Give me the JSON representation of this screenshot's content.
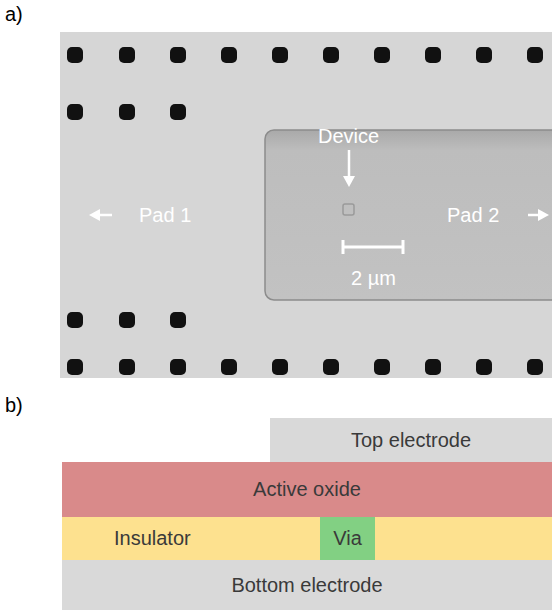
{
  "diagram": {
    "nodes": [
      {
        "text": [
          "Top electrode"
        ]
      },
      {
        "text": [
          "Active oxide"
        ]
      },
      {
        "text": [
          "Insulator"
        ]
      },
      {
        "text": [
          "Via"
        ],
        "in": 2
      },
      {
        "text": [
          "Bottom electrode"
        ]
      }
    ],
    "labels": [
      "a)",
      "Device",
      "Pad 1",
      "Pad 2",
      "2 µm",
      "b)"
    ]
  }
}
